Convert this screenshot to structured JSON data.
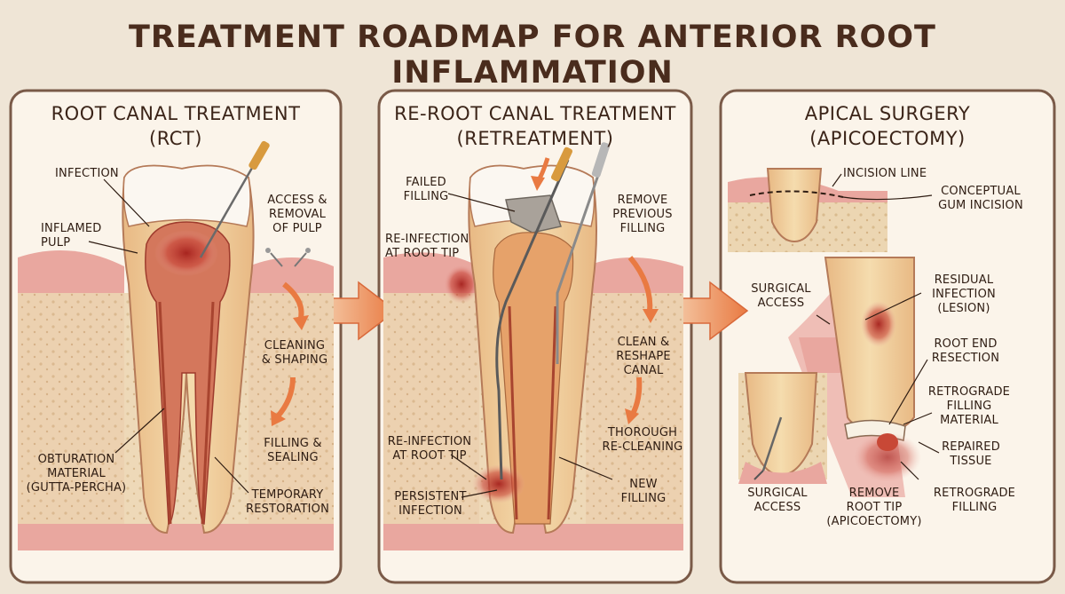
{
  "title": "TREATMENT ROADMAP FOR ANTERIOR ROOT INFLAMMATION",
  "colors": {
    "background": "#efe5d6",
    "panel": "#fbf4ea",
    "panel_border": "#7a5a48",
    "gum": "#e9a79f",
    "bone": "#ecd6b2",
    "dentin": "#efcf9c",
    "pulp": "#c75a46",
    "infection": "#b9302a",
    "arrow": "#ec8f55"
  },
  "panels": [
    {
      "title_line1": "ROOT CANAL TREATMENT",
      "title_line2": "(RCT)",
      "labels": {
        "infection": "INFECTION",
        "inflamed_pulp": [
          "INFLAMED",
          "PULP"
        ],
        "access": [
          "ACCESS &",
          "REMOVAL",
          "OF PULP"
        ],
        "cleaning": [
          "CLEANING",
          "& SHAPING"
        ],
        "filling": [
          "FILLING &",
          "SEALING"
        ],
        "obturation": [
          "OBTURATION",
          "MATERIAL",
          "(GUTTA-PERCHA)"
        ],
        "temporary": [
          "TEMPORARY",
          "RESTORATION"
        ]
      }
    },
    {
      "title_line1": "RE-ROOT CANAL TREATMENT",
      "title_line2": "(RETREATMENT)",
      "labels": {
        "failed": [
          "FAILED",
          "FILLING"
        ],
        "reinfection_top": [
          "RE-INFECTION",
          "AT ROOT TIP"
        ],
        "remove": [
          "REMOVE",
          "PREVIOUS",
          "FILLING"
        ],
        "clean": [
          "CLEAN &",
          "RESHAPE",
          "CANAL"
        ],
        "thorough": [
          "THOROUGH",
          "RE-CLEANING"
        ],
        "reinfection_bottom": [
          "RE-INFECTION",
          "AT ROOT TIP"
        ],
        "persistent": [
          "PERSISTENT",
          "INFECTION"
        ],
        "new_filling": [
          "NEW",
          "FILLING"
        ]
      }
    },
    {
      "title_line1": "APICAL SURGERY",
      "title_line2": "(APICOECTOMY)",
      "labels": {
        "incision_line": "INCISION LINE",
        "conceptual": [
          "CONCEPTUAL",
          "GUM INCISION"
        ],
        "surgical_access_top": [
          "SURGICAL",
          "ACCESS"
        ],
        "residual": [
          "RESIDUAL",
          "INFECTION",
          "(LESION)"
        ],
        "root_end": [
          "ROOT END",
          "RESECTION"
        ],
        "retro_material": [
          "RETROGRADE",
          "FILLING",
          "MATERIAL"
        ],
        "repaired": [
          "REPAIRED",
          "TISSUE"
        ],
        "surgical_access_bottom": [
          "SURGICAL",
          "ACCESS"
        ],
        "remove_tip": [
          "REMOVE",
          "ROOT TIP",
          "(APICOECTOMY)"
        ],
        "retro_filling": [
          "RETROGRADE",
          "FILLING"
        ]
      }
    }
  ]
}
